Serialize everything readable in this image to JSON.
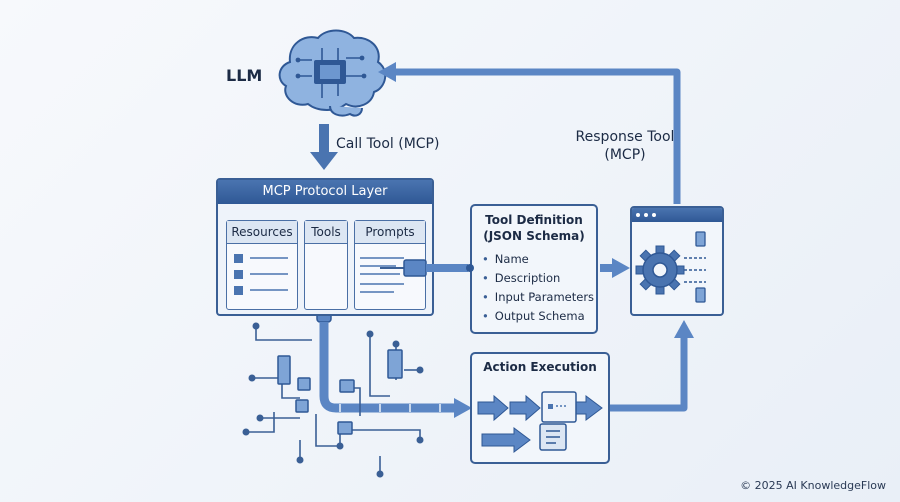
{
  "llm": {
    "label": "LLM"
  },
  "call": {
    "label": "Call Tool (MCP)"
  },
  "response": {
    "label_line1": "Response Tool",
    "label_line2": "(MCP)"
  },
  "mcp": {
    "title": "MCP Protocol Layer",
    "tabs": [
      {
        "label": "Resources"
      },
      {
        "label": "Tools"
      },
      {
        "label": "Prompts"
      }
    ]
  },
  "tool_definition": {
    "title_line1": "Tool Definition",
    "title_line2": "(JSON Schema)",
    "items": [
      "Name",
      "Description",
      "Input Parameters",
      "Output Schema"
    ]
  },
  "action": {
    "title": "Action Execution"
  },
  "footer": {
    "copyright": "© 2025 AI KnowledgeFlow"
  },
  "colors": {
    "accent": "#2f5895",
    "line": "#3a5f95",
    "fill": "#5b86c4",
    "background": "#eef3f9"
  },
  "icons": [
    "brain-chip-icon",
    "gear-icon",
    "document-icon",
    "plug-connector-icon"
  ]
}
